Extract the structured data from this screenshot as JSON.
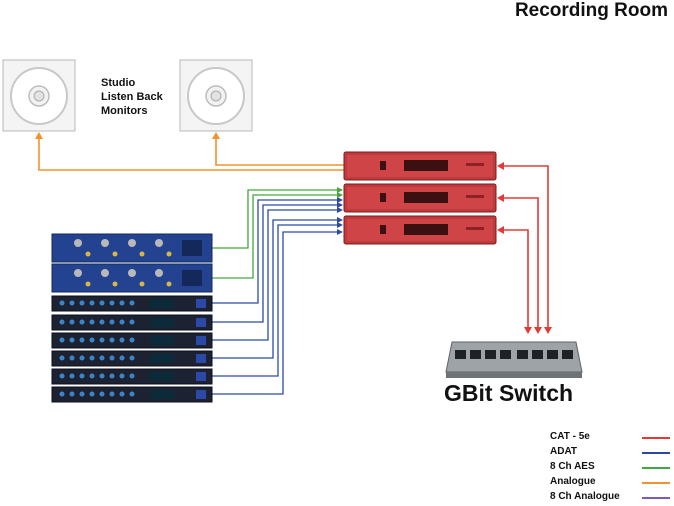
{
  "title": "Recording Room",
  "monitors_label": [
    "Studio",
    "Listen Back",
    "Monitors"
  ],
  "switch_label": "GBit Switch",
  "legend": [
    {
      "label": "CAT - 5e",
      "color": "#e53935"
    },
    {
      "label": "ADAT",
      "color": "#2b4aa8"
    },
    {
      "label": "8 Ch AES",
      "color": "#43a83c"
    },
    {
      "label": "Analogue",
      "color": "#f0922d"
    },
    {
      "label": "8 Ch Analogue",
      "color": "#7b5bb5"
    }
  ],
  "devices": {
    "monitors": [
      "monitor-left",
      "monitor-right"
    ],
    "redbox_count": 3,
    "blue_preamp_count": 2,
    "octopre_count": 6
  }
}
